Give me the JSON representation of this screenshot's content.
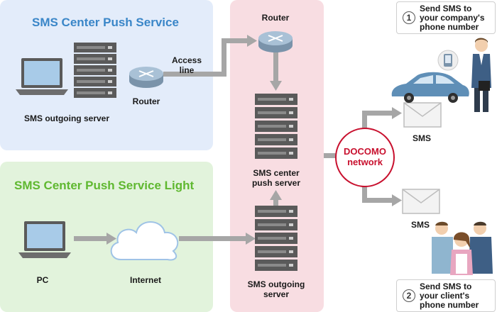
{
  "panels": {
    "push": {
      "title": "SMS Center Push Service",
      "title_color": "#3a86c8"
    },
    "light": {
      "title": "SMS Center Push Service Light",
      "title_color": "#5fb830"
    }
  },
  "labels": {
    "sms_outgoing_server_top": "SMS outgoing server",
    "router_left": "Router",
    "access_line": "Access\nline",
    "router_center": "Router",
    "sms_center_push_server": "SMS center\npush server",
    "pc": "PC",
    "internet": "Internet",
    "sms_outgoing_server_bottom": "SMS outgoing\nserver",
    "docomo": "DOCOMO\nnetwork",
    "sms_top": "SMS",
    "sms_bottom": "SMS"
  },
  "callouts": {
    "one": {
      "number": "1",
      "text": "Send SMS to\nyour company's\nphone number"
    },
    "two": {
      "number": "2",
      "text": "Send SMS to\nyour client's\nphone number"
    }
  },
  "colors": {
    "arrow": "#a6a6a6",
    "docomo": "#c8102e",
    "panel_push": "#e3ecfa",
    "panel_light": "#e2f3dc",
    "panel_center": "#f8dde2"
  }
}
